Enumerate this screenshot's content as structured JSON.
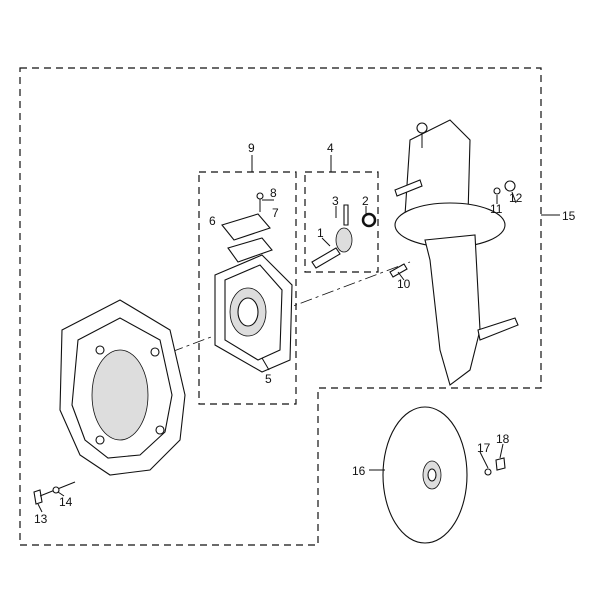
{
  "diagram": {
    "callouts": {
      "p1": "1",
      "p2": "2",
      "p3": "3",
      "p4": "4",
      "p5": "5",
      "p6": "6",
      "p7": "7",
      "p8": "8",
      "p9": "9",
      "p10": "10",
      "p11": "11",
      "p12": "12",
      "p13": "13",
      "p14": "14",
      "p15": "15",
      "p16": "16",
      "p17": "17",
      "p18": "18"
    }
  }
}
